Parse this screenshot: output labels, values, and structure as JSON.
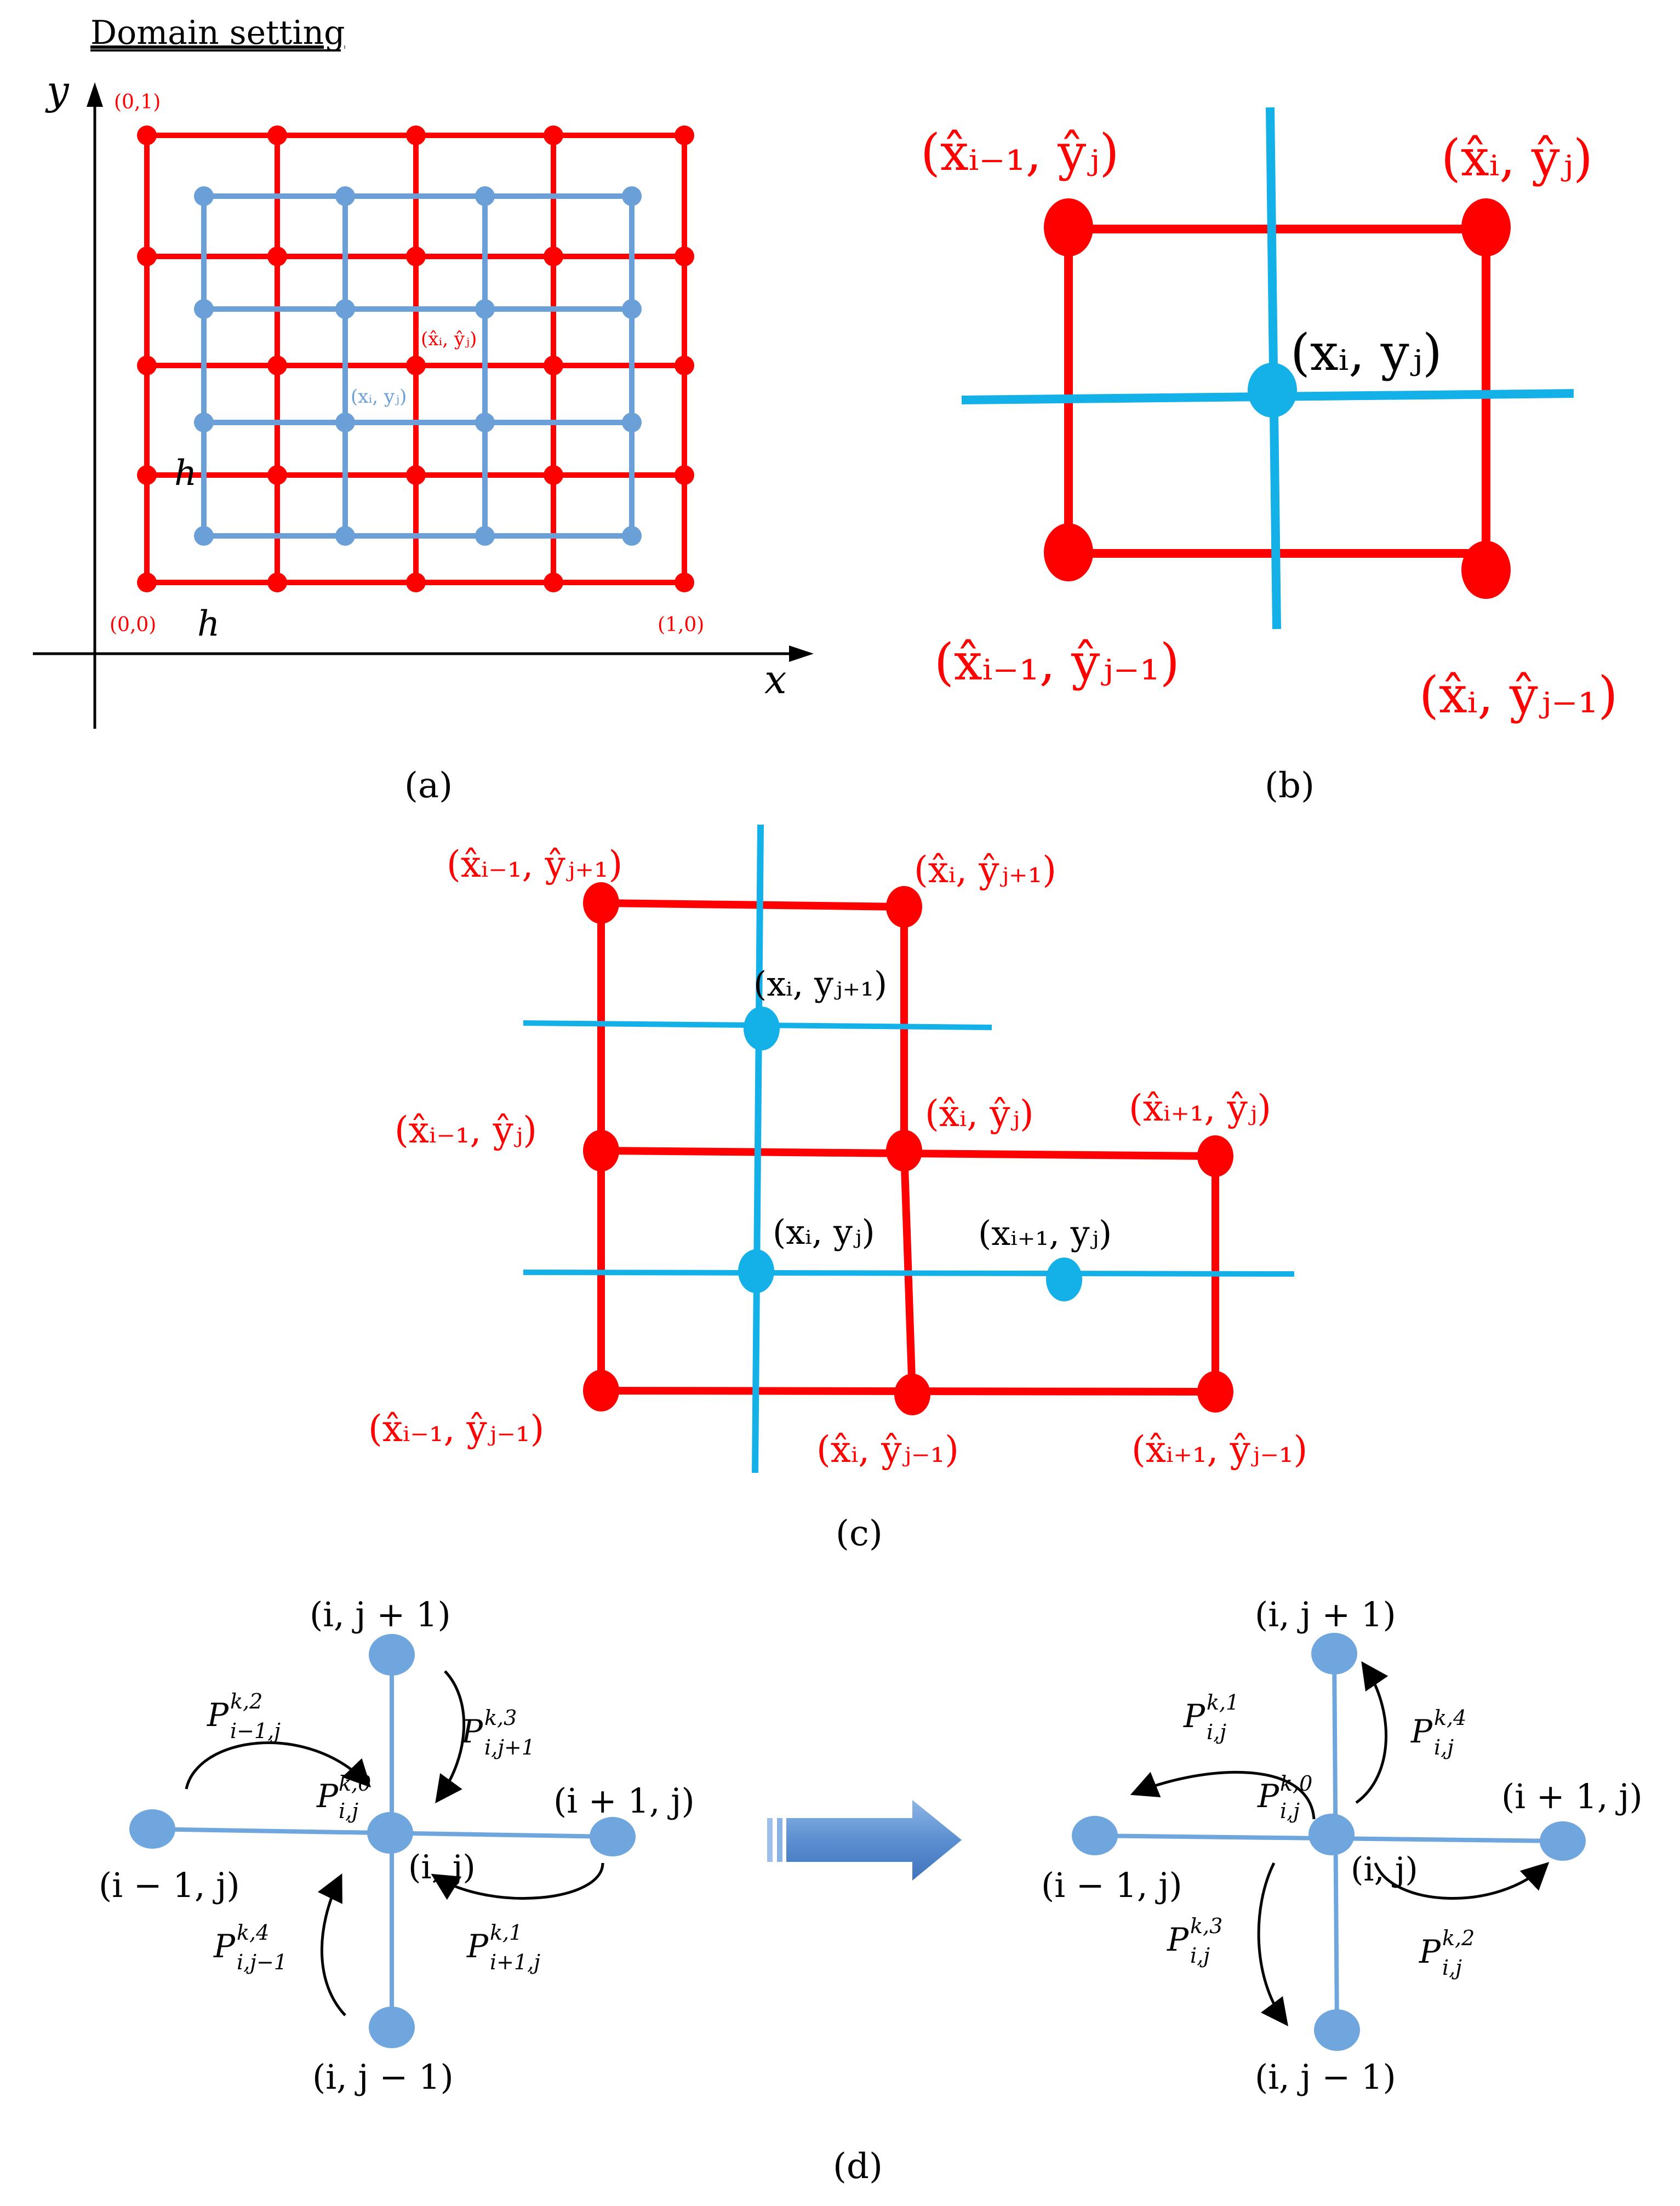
{
  "panel_a": {
    "title": "Domain setting",
    "axis_y": "y",
    "axis_x": "x",
    "corner_01": "(0,1)",
    "corner_00": "(0,0)",
    "corner_10": "(1,0)",
    "h_vertical": "h",
    "h_horizontal": "h",
    "red_node_label": "(x̂ᵢ, ŷⱼ)",
    "blue_node_label": "(xᵢ, yⱼ)",
    "caption": "(a)"
  },
  "panel_b": {
    "top_left": "(x̂ᵢ₋₁, ŷⱼ)",
    "top_right": "(x̂ᵢ, ŷⱼ)",
    "center": "(xᵢ, yⱼ)",
    "bottom_left": "(x̂ᵢ₋₁, ŷⱼ₋₁)",
    "bottom_right": "(x̂ᵢ, ŷⱼ₋₁)",
    "caption": "(b)"
  },
  "panel_c": {
    "top_left": "(x̂ᵢ₋₁, ŷⱼ₊₁)",
    "top_right": "(x̂ᵢ, ŷⱼ₊₁)",
    "blue_top": "(xᵢ, yⱼ₊₁)",
    "mid_left": "(x̂ᵢ₋₁, ŷⱼ)",
    "mid_center": "(x̂ᵢ, ŷⱼ)",
    "mid_right": "(x̂ᵢ₊₁, ŷⱼ)",
    "blue_center": "(xᵢ, yⱼ)",
    "blue_right": "(xᵢ₊₁, yⱼ)",
    "bot_left": "(x̂ᵢ₋₁, ŷⱼ₋₁)",
    "bot_center": "(x̂ᵢ, ŷⱼ₋₁)",
    "bot_right": "(x̂ᵢ₊₁, ŷⱼ₋₁)",
    "caption": "(c)"
  },
  "panel_d": {
    "left": {
      "top": "(i, j + 1)",
      "left": "(i − 1, j)",
      "right": "(i + 1, j)",
      "bottom": "(i, j − 1)",
      "center": "(i, j)",
      "p0": "P",
      "p0_sup": "k,0",
      "p0_sub": "i,j",
      "p2": "P",
      "p2_sup": "k,2",
      "p2_sub": "i−1,j",
      "p3": "P",
      "p3_sup": "k,3",
      "p3_sub": "i,j+1",
      "p1": "P",
      "p1_sup": "k,1",
      "p1_sub": "i+1,j",
      "p4": "P",
      "p4_sup": "k,4",
      "p4_sub": "i,j−1"
    },
    "right": {
      "top": "(i, j + 1)",
      "left": "(i − 1, j)",
      "right": "(i + 1, j)",
      "bottom": "(i, j − 1)",
      "center": "(i, j)",
      "p0": "P",
      "p0_sup": "k,0",
      "p0_sub": "i,j",
      "p1": "P",
      "p1_sup": "k,1",
      "p1_sub": "i,j",
      "p4": "P",
      "p4_sup": "k,4",
      "p4_sub": "i,j",
      "p3": "P",
      "p3_sup": "k,3",
      "p3_sub": "i,j",
      "p2": "P",
      "p2_sup": "k,2",
      "p2_sub": "i,j"
    },
    "caption": "(d)"
  },
  "colors": {
    "red": "#ff0000",
    "grid_blue": "#6a9fd8",
    "cyan": "#14b0e8",
    "node_blue": "#6fa6dd",
    "arrow_blue": "#5b8fd1"
  }
}
